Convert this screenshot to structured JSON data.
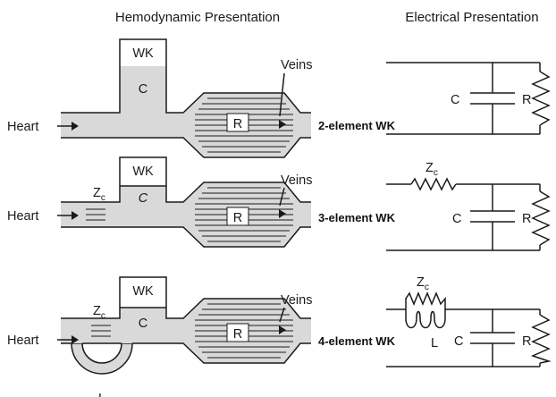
{
  "headers": {
    "left": "Hemodynamic Presentation",
    "right": "Electrical Presentation"
  },
  "rows": [
    {
      "model_label": "2-element WK",
      "heart": "Heart",
      "veins": "Veins",
      "wk": "WK",
      "compliance": "C",
      "resistance": "R",
      "circuit": {
        "c": "C",
        "r": "R"
      }
    },
    {
      "model_label": "3-element WK",
      "heart": "Heart",
      "veins": "Veins",
      "wk": "WK",
      "compliance": "C",
      "resistance": "R",
      "zc": "Z",
      "zc_sub": "c",
      "circuit": {
        "c": "C",
        "r": "R",
        "zc": "Z",
        "zc_sub": "c"
      }
    },
    {
      "model_label": "4-element WK",
      "heart": "Heart",
      "veins": "Veins",
      "wk": "WK",
      "compliance": "C",
      "resistance": "R",
      "zc": "Z",
      "zc_sub": "c",
      "inertance": "L",
      "circuit": {
        "c": "C",
        "r": "R",
        "zc": "Z",
        "zc_sub": "c",
        "l": "L"
      }
    }
  ]
}
